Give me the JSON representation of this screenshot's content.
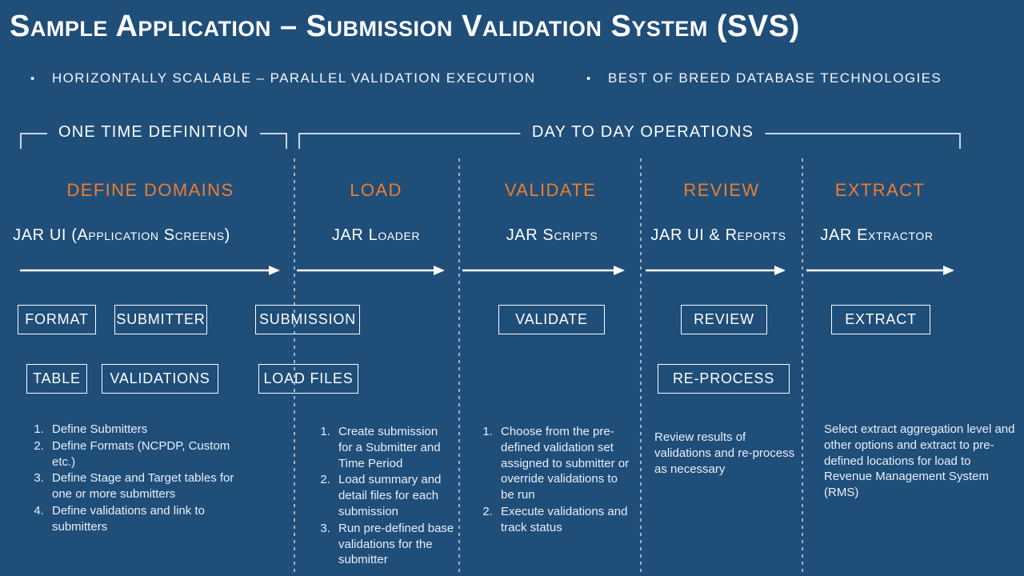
{
  "title": "Sample Application – Submission Validation System (SVS)",
  "bullets": [
    "HORIZONTALLY SCALABLE – PARALLEL VALIDATION EXECUTION",
    "BEST OF BREED DATABASE TECHNOLOGIES"
  ],
  "phases": {
    "one_time": "ONE TIME DEFINITION",
    "day_to_day": "DAY TO DAY OPERATIONS"
  },
  "columns": [
    {
      "header": "DEFINE DOMAINS",
      "subheader": "JAR UI (Application Screens)",
      "boxes": [
        "FORMAT",
        "SUBMITTER",
        "TABLE",
        "VALIDATIONS"
      ],
      "items": [
        "Define Submitters",
        "Define Formats (NCPDP, Custom etc.)",
        "Define Stage and Target tables for one or more submitters",
        "Define validations and link to submitters"
      ]
    },
    {
      "header": "LOAD",
      "subheader": "JAR Loader",
      "boxes": [
        "SUBMISSION",
        "LOAD FILES"
      ],
      "items": [
        "Create submission for a Submitter and Time Period",
        "Load summary and detail files for each submission",
        "Run pre-defined base validations for the submitter"
      ]
    },
    {
      "header": "VALIDATE",
      "subheader": "JAR Scripts",
      "boxes": [
        "VALIDATE"
      ],
      "items": [
        "Choose from the pre-defined validation set assigned to submitter or override validations to be run",
        "Execute validations and track status"
      ]
    },
    {
      "header": "REVIEW",
      "subheader": "JAR UI & Reports",
      "boxes": [
        "REVIEW",
        "RE-PROCESS"
      ],
      "note": "Review results of validations and re-process as necessary"
    },
    {
      "header": "EXTRACT",
      "subheader": "JAR Extractor",
      "boxes": [
        "EXTRACT"
      ],
      "note": "Select extract aggregation level and other options and extract to pre-defined locations for load to Revenue Management System (RMS)"
    }
  ],
  "colors": {
    "background": "#1F4E79",
    "accent_orange": "#ED7D31",
    "bracket_line": "#C9D5E3",
    "dashed_line": "#9DB4CB",
    "text": "#FFFFFF"
  }
}
